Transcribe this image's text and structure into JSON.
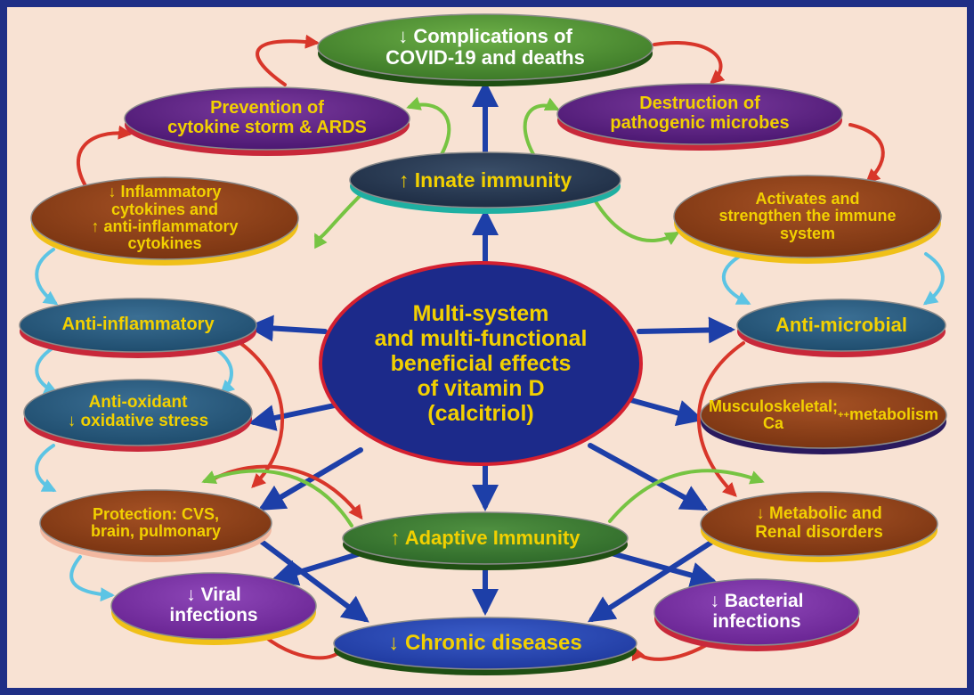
{
  "colors": {
    "border": "#1f2f86",
    "background": "#f8e2d3",
    "arrow_blue": "#1d3fa8",
    "arrow_red": "#d8362a",
    "arrow_green": "#76c442",
    "arrow_cyan": "#5cc4e4"
  },
  "center": {
    "text": "Multi-system\nand multi-functional\nbeneficial effects\nof vitamin D\n(calcitriol)"
  },
  "nodes": [
    {
      "id": "complications-covid19",
      "text": "↓ Complications of\nCOVID-19 and deaths",
      "fill": "#3d7a28",
      "fill_light": "#6db048",
      "shadow": "#1f4f13",
      "text_color": "#ffffff"
    },
    {
      "id": "prevention-cytokine-storm",
      "text": "Prevention of\ncytokine storm & ARDS",
      "fill": "#4c1872",
      "fill_light": "#7a3a9e",
      "shadow": "#c8283a",
      "text_color": "#f2d000"
    },
    {
      "id": "destruction-pathogenic-microbes",
      "text": "Destruction of\npathogenic microbes",
      "fill": "#4c1872",
      "fill_light": "#7a3a9e",
      "shadow": "#c8283a",
      "text_color": "#f2d000"
    },
    {
      "id": "innate-immunity",
      "text": "↑ Innate immunity",
      "fill": "#1e2d44",
      "fill_light": "#3a4e68",
      "shadow": "#1fb0a2",
      "text_color": "#f2d000"
    },
    {
      "id": "inflammatory-cytokines",
      "text": "↓ Inflammatory\ncytokines and\n↑ anti-inflammatory\ncytokines",
      "fill": "#7b3512",
      "fill_light": "#a55124",
      "shadow": "#f0c018",
      "text_color": "#f2d000"
    },
    {
      "id": "activates-immune-system",
      "text": "Activates and\nstrengthen the immune\nsystem",
      "fill": "#7b3512",
      "fill_light": "#a55124",
      "shadow": "#f0c018",
      "text_color": "#f2d000"
    },
    {
      "id": "anti-inflammatory",
      "text": "Anti-inflammatory",
      "fill": "#1f4d6e",
      "fill_light": "#3b6f94",
      "shadow": "#c8283a",
      "text_color": "#f2d000"
    },
    {
      "id": "anti-microbial",
      "text": "Anti-microbial",
      "fill": "#1f4d6e",
      "fill_light": "#3b6f94",
      "shadow": "#c8283a",
      "text_color": "#f2d000"
    },
    {
      "id": "anti-oxidant",
      "text": "Anti-oxidant\n↓ oxidative stress",
      "fill": "#1f4d6e",
      "fill_light": "#3b6f94",
      "shadow": "#c8283a",
      "text_color": "#f2d000"
    },
    {
      "id": "musculoskeletal",
      "text": "Musculoskeletal;\nCa++ metabolism",
      "fill": "#7b3512",
      "fill_light": "#a55124",
      "shadow": "#2a1a5e",
      "text_color": "#f2d000"
    },
    {
      "id": "protection-cvs",
      "text": "Protection: CVS,\nbrain, pulmonary",
      "fill": "#7b3512",
      "fill_light": "#a55124",
      "shadow": "#f2b8a0",
      "text_color": "#f2d000"
    },
    {
      "id": "metabolic-renal",
      "text": "↓ Metabolic and\nRenal disorders",
      "fill": "#7b3512",
      "fill_light": "#a55124",
      "shadow": "#f0c018",
      "text_color": "#f2d000"
    },
    {
      "id": "adaptive-immunity",
      "text": "↑ Adaptive Immunity",
      "fill": "#2f6a2a",
      "fill_light": "#4f9040",
      "shadow": "#1f4f13",
      "text_color": "#f2d000"
    },
    {
      "id": "viral-infections",
      "text": "↓ Viral\ninfections",
      "fill": "#6a2594",
      "fill_light": "#8e47b8",
      "shadow": "#f0c018",
      "text_color": "#ffffff"
    },
    {
      "id": "bacterial-infections",
      "text": "↓ Bacterial\ninfections",
      "fill": "#6a2594",
      "fill_light": "#8e47b8",
      "shadow": "#c8283a",
      "text_color": "#ffffff"
    },
    {
      "id": "chronic-diseases",
      "text": "↓ Chronic diseases",
      "fill": "#1f3aa0",
      "fill_light": "#3a5cc8",
      "shadow": "#1f4f13",
      "text_color": "#f2d000"
    }
  ]
}
